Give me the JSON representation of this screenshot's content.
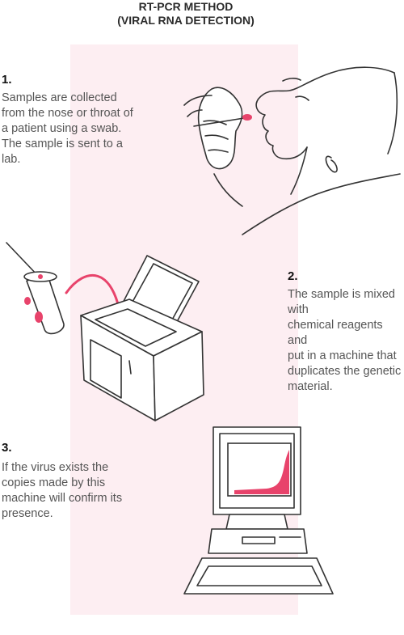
{
  "title": {
    "line1": "RT-PCR METHOD",
    "line2": "(VIRAL RNA DETECTION)"
  },
  "steps": [
    {
      "number": "1.",
      "lines": [
        "Samples are collected",
        "from the nose or throat of",
        "a patient using a swab.",
        "The sample is sent to a",
        "lab."
      ]
    },
    {
      "number": "2.",
      "lines": [
        "The sample is mixed with",
        "chemical reagents and",
        "put in a machine that",
        "duplicates the genetic",
        "material."
      ]
    },
    {
      "number": "3.",
      "lines": [
        "If the virus exists the",
        "copies made by this",
        "machine will confirm its",
        "presence."
      ]
    }
  ],
  "colors": {
    "accent": "#e8436b",
    "band": "#fdeef2",
    "line": "#333333"
  },
  "icons": [
    "patient-swab-illustration",
    "sample-tube-icon",
    "pcr-machine-icon",
    "transfer-arrow-icon",
    "computer-result-icon"
  ]
}
